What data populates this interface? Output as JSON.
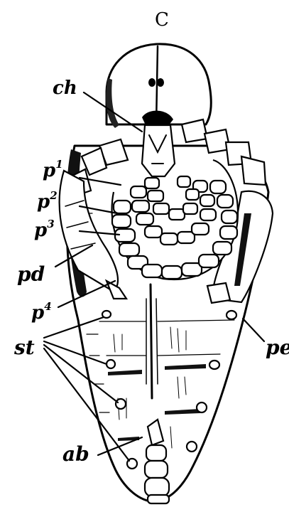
{
  "figure": {
    "plate_letter": "C",
    "labels": {
      "ch": "ch",
      "p1": "p",
      "p1_sup": "1",
      "p2": "p",
      "p2_sup": "2",
      "p3": "p",
      "p3_sup": "3",
      "pd": "pd",
      "p4": "p",
      "p4_sup": "4",
      "st": "st",
      "pe": "pe",
      "ab": "ab"
    }
  }
}
